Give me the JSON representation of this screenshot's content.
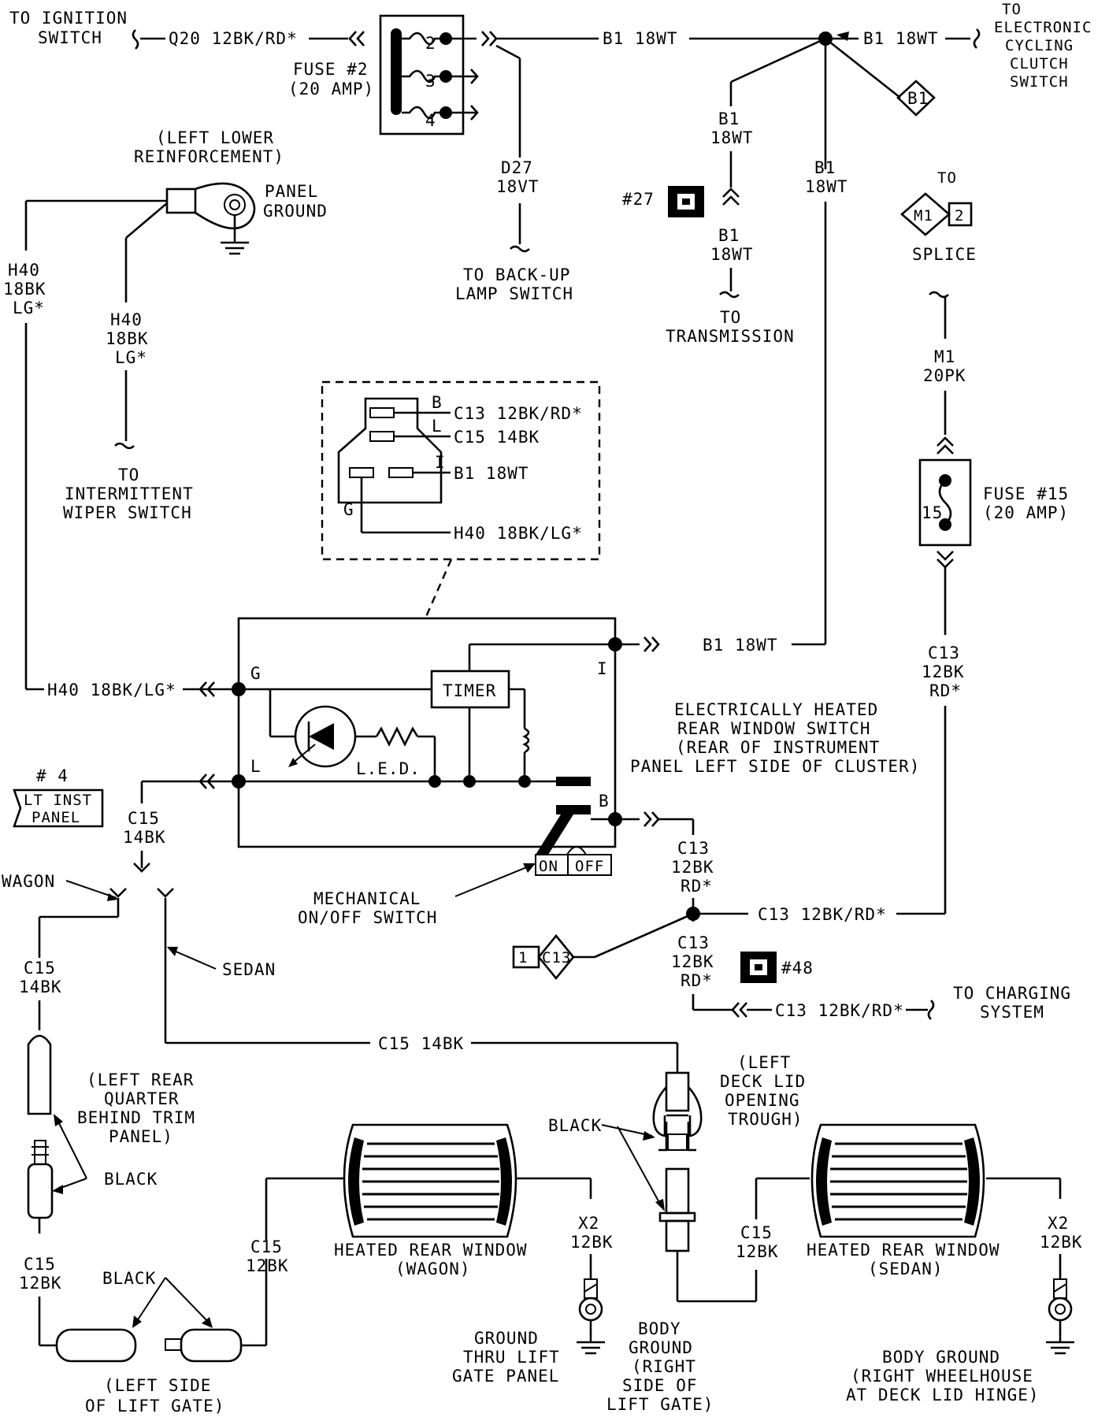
{
  "labels": {
    "ign_l1": "TO IGNITION",
    "ign_l2": "SWITCH",
    "q20": "Q20 12BK/RD*",
    "fuse2_l1": "FUSE #2",
    "fuse2_l2": "(20 AMP)",
    "fuse2_t2": "2",
    "fuse2_t3": "3",
    "fuse2_t4": "4",
    "b1_top_a": "B1 18WT",
    "b1_top_b": "B1 18WT",
    "ecc_l1": "TO",
    "ecc_l2": "ELECTRONIC",
    "ecc_l3": "CYCLING",
    "ecc_l4": "CLUTCH",
    "ecc_l5": "SWITCH",
    "b1_diamond": "B1",
    "d27_l1": "D27",
    "d27_l2": "18VT",
    "backup_l1": "TO BACK-UP",
    "backup_l2": "LAMP SWITCH",
    "b1_mid_l1": "B1",
    "b1_mid_l2": "18WT",
    "b1_low_l1": "B1",
    "b1_low_l2": "18WT",
    "b1_right_l1": "B1",
    "b1_right_l2": "18WT",
    "conn27": "#27",
    "trans_l1": "TO",
    "trans_l2": "TRANSMISSION",
    "splice_to": "TO",
    "splice_m1": "M1",
    "splice_2": "2",
    "splice_name": "SPLICE",
    "m1_l1": "M1",
    "m1_l2": "20PK",
    "fuse15_l1": "FUSE #15",
    "fuse15_l2": "(20 AMP)",
    "fuse15_num": "15",
    "llr_l1": "(LEFT LOWER",
    "llr_l2": "REINFORCEMENT)",
    "pg_l1": "PANEL",
    "pg_l2": "GROUND",
    "h40a_l1": "H40",
    "h40a_l2": "18BK",
    "h40a_l3": "LG*",
    "h40b_l1": "H40",
    "h40b_l2": "18BK",
    "h40b_l3": "LG*",
    "iws_l1": "TO",
    "iws_l2": "INTERMITTENT",
    "iws_l3": "WIPER SWITCH",
    "pin_b": "B",
    "pin_l": "L",
    "pin_i": "I",
    "pin_g": "G",
    "conn_c13": "C13 12BK/RD*",
    "conn_c15": "C15 14BK",
    "conn_b1": "B1 18WT",
    "conn_h40": "H40 18BK/LG*",
    "b1_sw": "B1 18WT",
    "h40_sw": "H40 18BK/LG*",
    "sw_g": "G",
    "sw_i": "I",
    "sw_l": "L",
    "sw_b": "B",
    "timer": "TIMER",
    "led": "L.E.D.",
    "ehr_l1": "ELECTRICALLY HEATED",
    "ehr_l2": "REAR WINDOW SWITCH",
    "ehr_l3": "(REAR OF INSTRUMENT",
    "ehr_l4": "PANEL LEFT SIDE OF CLUSTER)",
    "c13a_l1": "C13",
    "c13a_l2": "12BK",
    "c13a_l3": "RD*",
    "c13_horiz": "C13 12BK/RD*",
    "c13b_l1": "C13",
    "c13b_l2": "12BK",
    "c13b_l3": "RD*",
    "c13c_l1": "C13",
    "c13c_l2": "12BK",
    "c13c_l3": "RD*",
    "c13_diamond": "C13",
    "c13_diamond_1": "1",
    "conn48": "#48",
    "c13_charge": "C13 12BK/RD*",
    "charge_l1": "TO CHARGING",
    "charge_l2": "SYSTEM",
    "lt_num": "# 4",
    "lt_l1": "LT INST",
    "lt_l2": "PANEL",
    "c15a_l1": "C15",
    "c15a_l2": "14BK",
    "wagon": "WAGON",
    "sedan": "SEDAN",
    "mech_l1": "MECHANICAL",
    "mech_l2": "ON/OFF SWITCH",
    "sw_on": "ON",
    "sw_off": "OFF",
    "c15b_l1": "C15",
    "c15b_l2": "14BK",
    "c15_horiz": "C15 14BK",
    "lrq_l1": "(LEFT REAR",
    "lrq_l2": "QUARTER",
    "lrq_l3": "BEHIND TRIM",
    "lrq_l4": "PANEL)",
    "black1": "BLACK",
    "c15c_l1": "C15",
    "c15c_l2": "12BK",
    "black2": "BLACK",
    "c15d_l1": "C15",
    "c15d_l2": "12BK",
    "lslg_l1": "(LEFT SIDE",
    "lslg_l2": "OF LIFT GATE)",
    "hrw_w_l1": "HEATED REAR WINDOW",
    "hrw_w_l2": "(WAGON)",
    "x2a_l1": "X2",
    "x2a_l2": "12BK",
    "gtlg_l1": "GROUND",
    "gtlg_l2": "THRU LIFT",
    "gtlg_l3": "GATE PANEL",
    "black3": "BLACK",
    "ldl_l1": "(LEFT",
    "ldl_l2": "DECK LID",
    "ldl_l3": "OPENING",
    "ldl_l4": "TROUGH)",
    "bg_l1": "BODY",
    "bg_l2": "GROUND",
    "bg_l3": "(RIGHT",
    "bg_l4": "SIDE OF",
    "bg_l5": "LIFT GATE)",
    "c15e_l1": "C15",
    "c15e_l2": "12BK",
    "hrw_s_l1": "HEATED REAR WINDOW",
    "hrw_s_l2": "(SEDAN)",
    "x2b_l1": "X2",
    "x2b_l2": "12BK",
    "bgr_l1": "BODY GROUND",
    "bgr_l2": "(RIGHT WHEELHOUSE",
    "bgr_l3": "AT DECK LID HINGE)"
  }
}
